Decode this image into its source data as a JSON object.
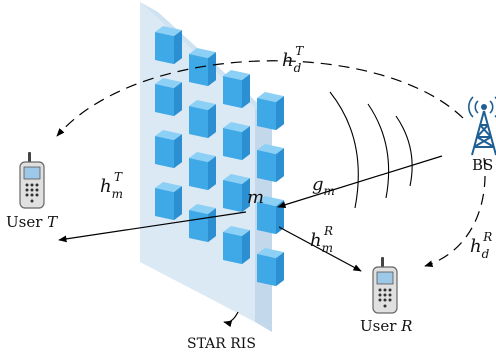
{
  "labels": {
    "hd_T": {
      "base": "h",
      "sub": "d",
      "sup": "T"
    },
    "hd_R": {
      "base": "h",
      "sub": "d",
      "sup": "R"
    },
    "hm_T": {
      "base": "h",
      "sub": "m",
      "sup": "T"
    },
    "hm_R": {
      "base": "h",
      "sub": "m",
      "sup": "R"
    },
    "gm": {
      "base": "g",
      "sub": "m"
    },
    "element": "m",
    "bs": "BS",
    "user_t": {
      "prefix": "User ",
      "var": "T"
    },
    "user_r": {
      "prefix": "User ",
      "var": "R"
    },
    "ris": "STAR RIS"
  },
  "colors": {
    "panel_fill": "#d9e8f4",
    "panel_edge": "#c3d8ea",
    "cell_front": "#3fa9e8",
    "cell_top": "#8dd0f5",
    "cell_side": "#2b8fd1",
    "tower": "#1f5f94",
    "line": "#000000"
  },
  "icons": [
    "tower-icon",
    "phone-icon"
  ]
}
